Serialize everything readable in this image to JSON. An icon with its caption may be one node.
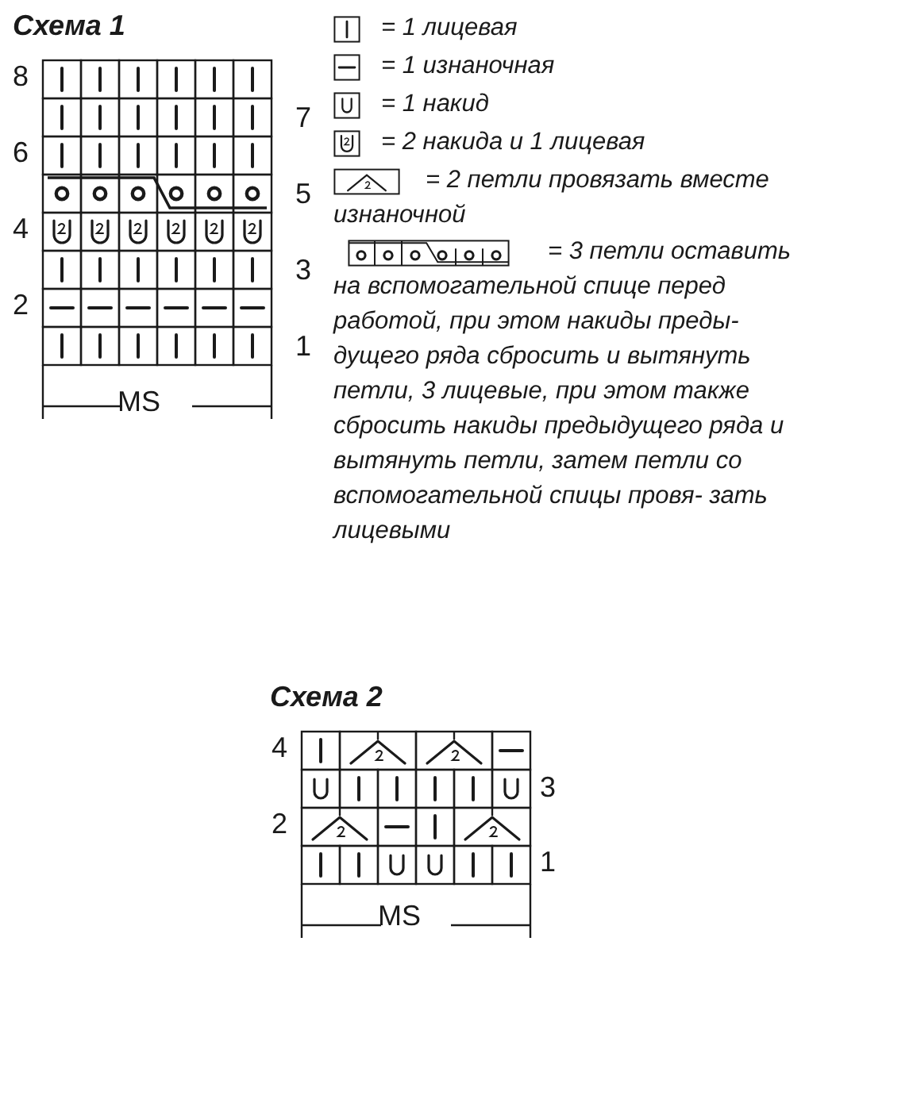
{
  "diagram": {
    "title": "Схема 1",
    "labels": [
      "8",
      "7",
      "6",
      "5",
      "4",
      "3",
      "2",
      "1",
      "MS",
      "Схема 2",
      "4",
      "3",
      "2",
      "1",
      "MS"
    ],
    "legend": [
      {
        "text": "= 1 лицевая"
      },
      {
        "text": "= 1 изнаночная"
      },
      {
        "text": "= 1 накид"
      },
      {
        "text": "= 2 накида и 1 лицевая"
      },
      {
        "text": "= 2 петли провязать вместе изнаночной"
      },
      {
        "text": "= 3 петли оставить на вспомогательной спице перед работой, при этом накиды преды- дущего ряда сбросить и вытянуть петли, 3 лицевые, при этом также сбросить накиды предыдущего ряда и вытянуть петли, затем петли со вспомогательной спицы провя- зать лицевыми"
      }
    ]
  }
}
